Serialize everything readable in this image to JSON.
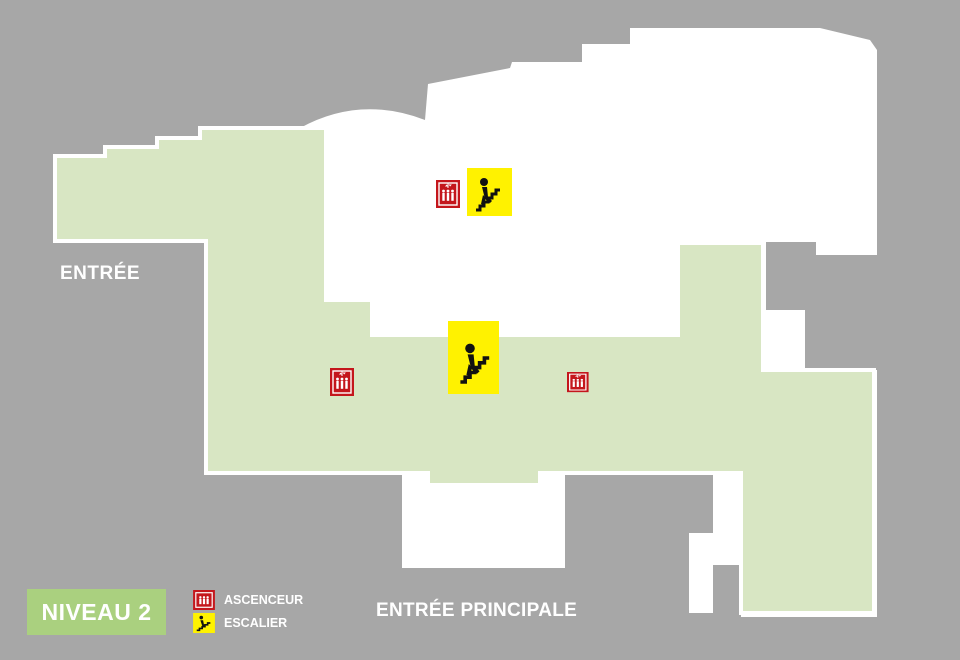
{
  "map": {
    "level_label": "NIVEAU 2",
    "entrance_label": "ENTRÉE",
    "main_entrance_label": "ENTRÉE PRINCIPALE"
  },
  "legend": {
    "elevator_label": "ASCENCEUR",
    "stairs_label": "ESCALIER"
  },
  "colors": {
    "background": "#a7a7a7",
    "floor_area": "#d8e6c3",
    "other_area": "#ffffff",
    "level_badge": "#aad07f",
    "elevator": "#c4161c",
    "stairs": "#fff200"
  },
  "icons": {
    "elevator": "elevator-icon",
    "stairs": "stairs-icon"
  }
}
